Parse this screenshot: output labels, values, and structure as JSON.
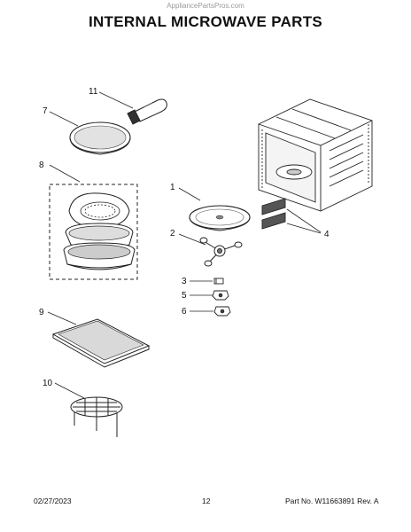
{
  "watermark": "AppliancePartsPros.com",
  "title": "INTERNAL MICROWAVE PARTS",
  "callouts": {
    "p1": "1",
    "p2": "2",
    "p3": "3",
    "p4": "4",
    "p5": "5",
    "p6": "6",
    "p7": "7",
    "p8": "8",
    "p9": "9",
    "p10": "10",
    "p11": "11"
  },
  "footer": {
    "date": "02/27/2023",
    "page": "12",
    "part": "Part No. W11663891  Rev. A"
  }
}
